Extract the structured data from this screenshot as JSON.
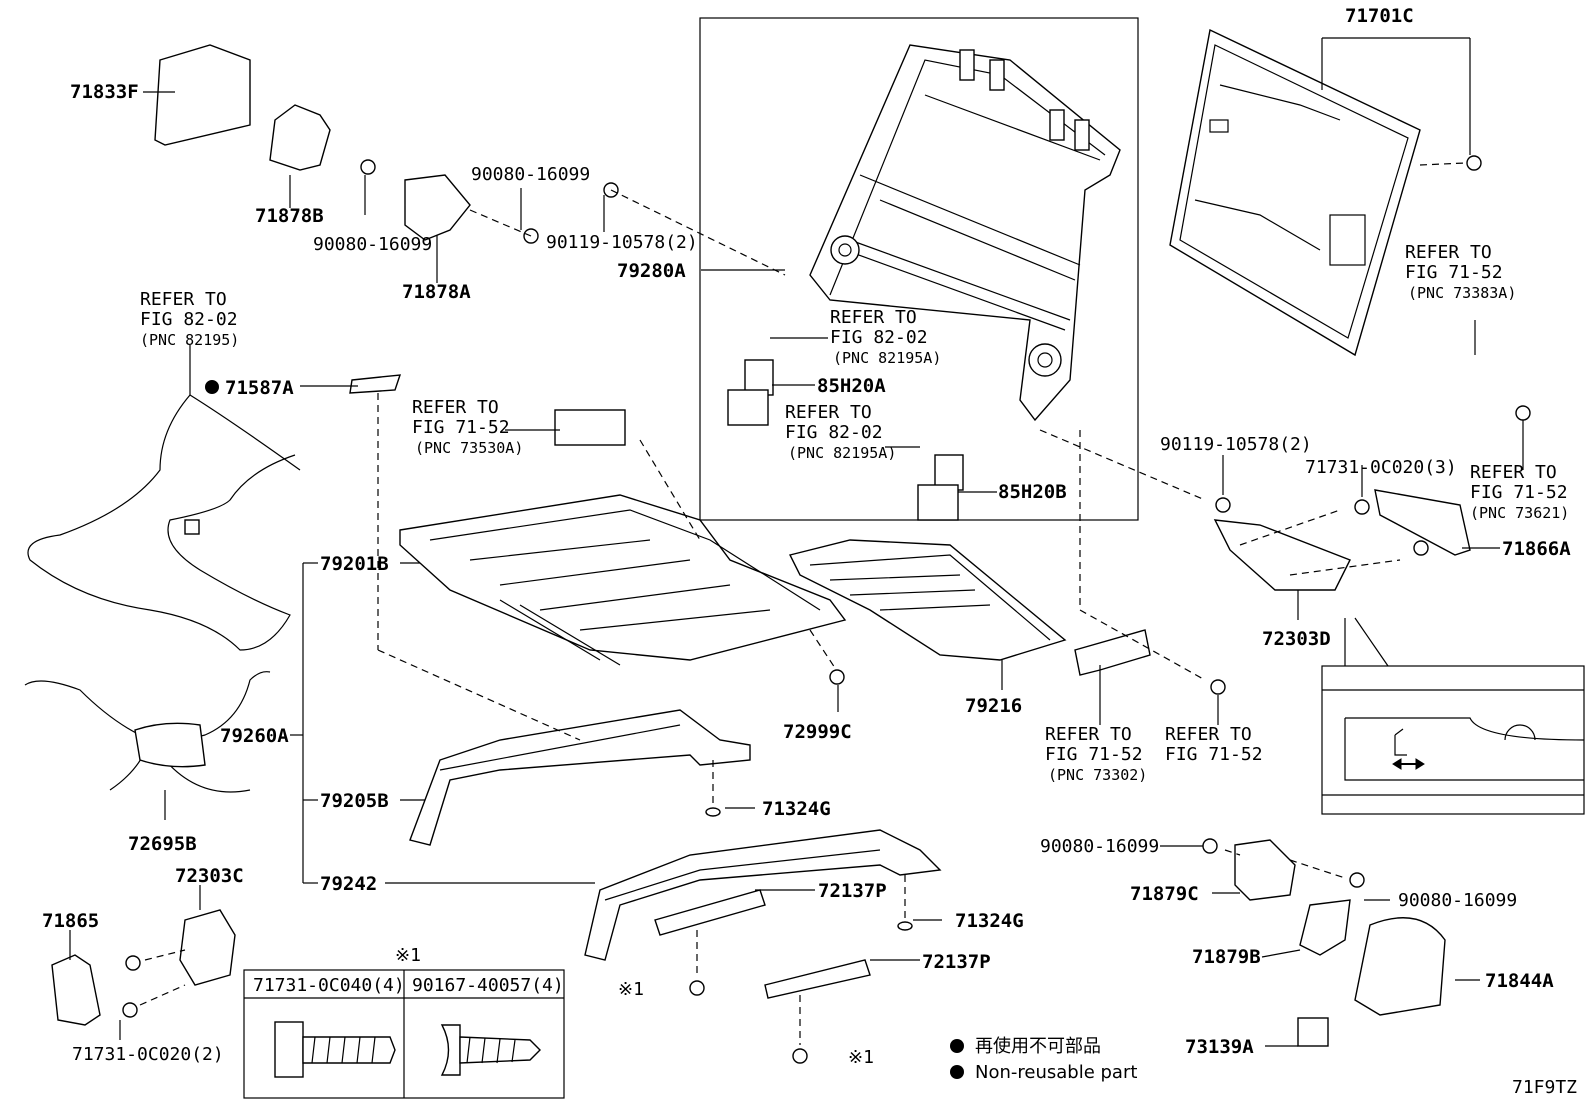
{
  "diagram_code": "71F9TZ",
  "parts": {
    "p71701C": "71701C",
    "p71833F": "71833F",
    "p71878B": "71878B",
    "p71878A": "71878A",
    "p90080_a": "90080-16099",
    "p90080_b": "90080-16099",
    "p90119_a": "90119-10578(2)",
    "p79280A": "79280A",
    "p85H20A": "85H20A",
    "p85H20B": "85H20B",
    "p71587A": "71587A",
    "p79201B": "79201B",
    "p79260A": "79260A",
    "p79205B": "79205B",
    "p79242": "79242",
    "p72695B": "72695B",
    "p72303C": "72303C",
    "p71865": "71865",
    "p71731_2": "71731-0C020(2)",
    "p72999C": "72999C",
    "p79216": "79216",
    "p71324G_a": "71324G",
    "p71324G_b": "71324G",
    "p72137P_a": "72137P",
    "p72137P_b": "72137P",
    "p90119_b": "90119-10578(2)",
    "p71731_3": "71731-0C020(3)",
    "p71866A": "71866A",
    "p72303D": "72303D",
    "p90080_c": "90080-16099",
    "p90080_d": "90080-16099",
    "p71879C": "71879C",
    "p71879B": "71879B",
    "p71844A": "71844A",
    "p73139A": "73139A"
  },
  "refs": {
    "ref1": {
      "line1": "REFER TO",
      "line2": "FIG 82-02",
      "pnc": "(PNC 82195)"
    },
    "ref2": {
      "line1": "REFER TO",
      "line2": "FIG 82-02",
      "pnc": "(PNC 82195A)"
    },
    "ref3": {
      "line1": "REFER TO",
      "line2": "FIG 82-02",
      "pnc": "(PNC 82195A)"
    },
    "ref4": {
      "line1": "REFER TO",
      "line2": "FIG 71-52",
      "pnc": "(PNC 73530A)"
    },
    "ref5": {
      "line1": "REFER TO",
      "line2": "FIG 71-52",
      "pnc": "(PNC 73383A)"
    },
    "ref6": {
      "line1": "REFER TO",
      "line2": "FIG 71-52",
      "pnc": "(PNC 73621)"
    },
    "ref7": {
      "line1": "REFER TO",
      "line2": "FIG 71-52",
      "pnc": "(PNC 73302)"
    },
    "ref8": {
      "line1": "REFER TO",
      "line2": "FIG 71-52"
    }
  },
  "note_table": {
    "mark": "※1",
    "col1": "71731-0C040(4)",
    "col2": "90167-40057(4)"
  },
  "note_marks": {
    "m1": "※1",
    "m2": "※1"
  },
  "legend": {
    "jp": "再使用不可部品",
    "en": "Non-reusable part"
  }
}
